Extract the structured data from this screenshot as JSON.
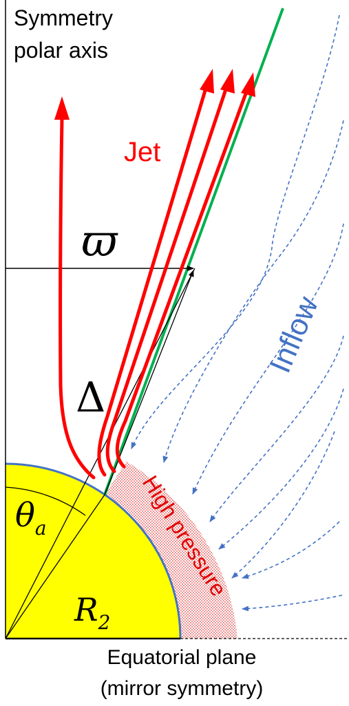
{
  "labels": {
    "symmetry_line1": "Symmetry",
    "symmetry_line2": "polar axis",
    "jet": "Jet",
    "omega": "ϖ",
    "inflow": "Inflow",
    "delta": "Δ",
    "theta": "θ",
    "theta_sub": "a",
    "r": "R",
    "r_sub": "2",
    "high_pressure": "High pressure",
    "equatorial_line1": "Equatorial plane",
    "equatorial_line2": "(mirror symmetry)"
  },
  "colors": {
    "star_fill": "#ffff00",
    "star_edge": "#4472c4",
    "jet": "#ff0000",
    "inflow": "#4472c4",
    "cone_line": "#00b050",
    "high_pressure": "#e05050",
    "axes": "#000000"
  }
}
